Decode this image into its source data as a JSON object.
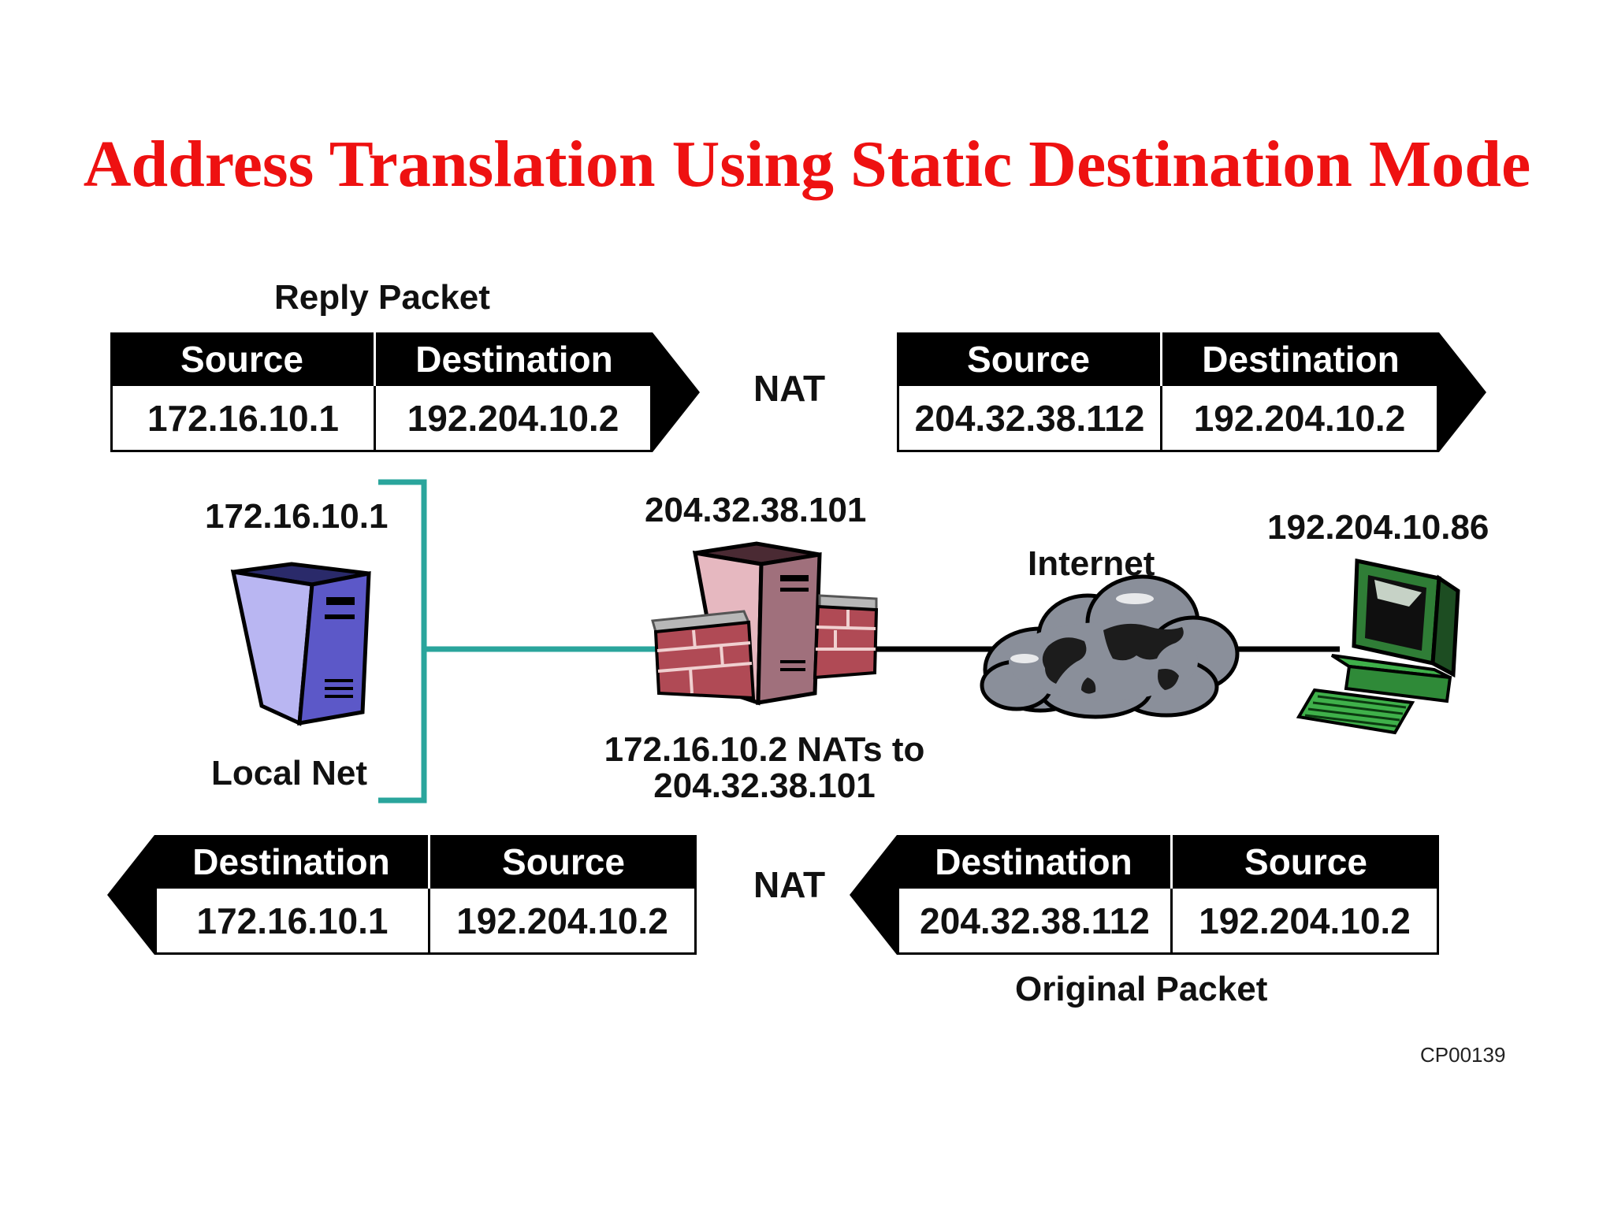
{
  "title": "Address Translation Using Static Destination Mode",
  "reply_packet_label": "Reply Packet",
  "original_packet_label": "Original Packet",
  "nat_top": "NAT",
  "nat_bottom": "NAT",
  "packets": {
    "top_left": {
      "h1": "Source",
      "h2": "Destination",
      "v1": "172.16.10.1",
      "v2": "192.204.10.2"
    },
    "top_right": {
      "h1": "Source",
      "h2": "Destination",
      "v1": "204.32.38.112",
      "v2": "192.204.10.2"
    },
    "bottom_left": {
      "h1": "Destination",
      "h2": "Source",
      "v1": "172.16.10.1",
      "v2": "192.204.10.2"
    },
    "bottom_right": {
      "h1": "Destination",
      "h2": "Source",
      "v1": "204.32.38.112",
      "v2": "192.204.10.2"
    }
  },
  "nodes": {
    "server_ip": "172.16.10.1",
    "local_net": "Local Net",
    "firewall_ip": "204.32.38.101",
    "firewall_note_line1": "172.16.10.2 NATs to",
    "firewall_note_line2": "204.32.38.101",
    "internet": "Internet",
    "pc_ip": "192.204.10.86"
  },
  "code": "CP00139",
  "colors": {
    "title": "#ee1111",
    "local_link": "#2aa59c",
    "server": "#6e6ad0",
    "firewall_brick": "#b04a55",
    "pc_screen": "#3fb04a"
  }
}
